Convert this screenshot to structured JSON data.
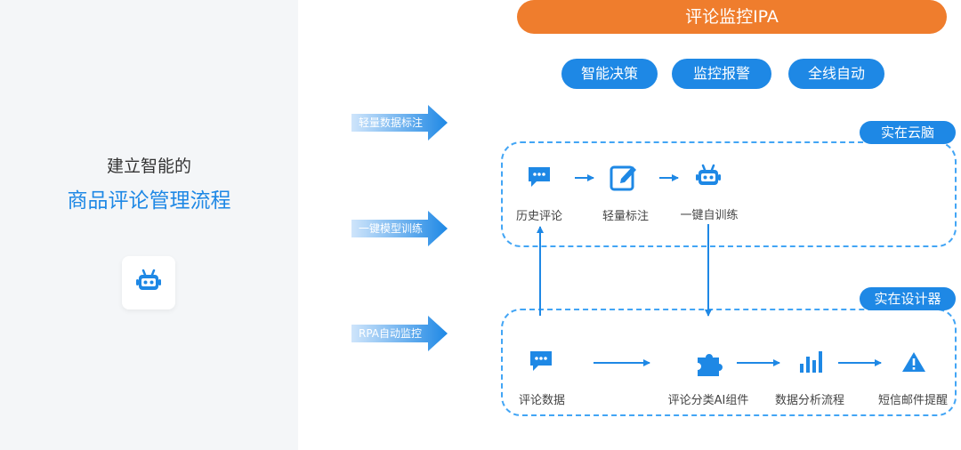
{
  "left": {
    "subtitle": "建立智能的",
    "headline": "商品评论管理流程"
  },
  "header": {
    "title": "评论监控IPA",
    "pills": [
      "智能决策",
      "监控报警",
      "全线自动"
    ]
  },
  "side_arrows": [
    "轻量数据标注",
    "一键模型训练",
    "RPA自动监控"
  ],
  "cloud_section": {
    "tag": "实在云脑",
    "nodes": [
      "历史评论",
      "轻量标注",
      "一键自训练"
    ]
  },
  "designer_section": {
    "tag": "实在设计器",
    "nodes": [
      "评论数据",
      "评论分类AI组件",
      "数据分析流程",
      "短信邮件提醒"
    ]
  },
  "colors": {
    "accent_blue": "#1e88e5",
    "orange": "#ef7d2d",
    "left_bg": "#f4f6f8"
  },
  "icons": [
    "robot-icon",
    "chat-bubble-icon",
    "edit-icon",
    "puzzle-icon",
    "bar-chart-icon",
    "warning-icon"
  ]
}
